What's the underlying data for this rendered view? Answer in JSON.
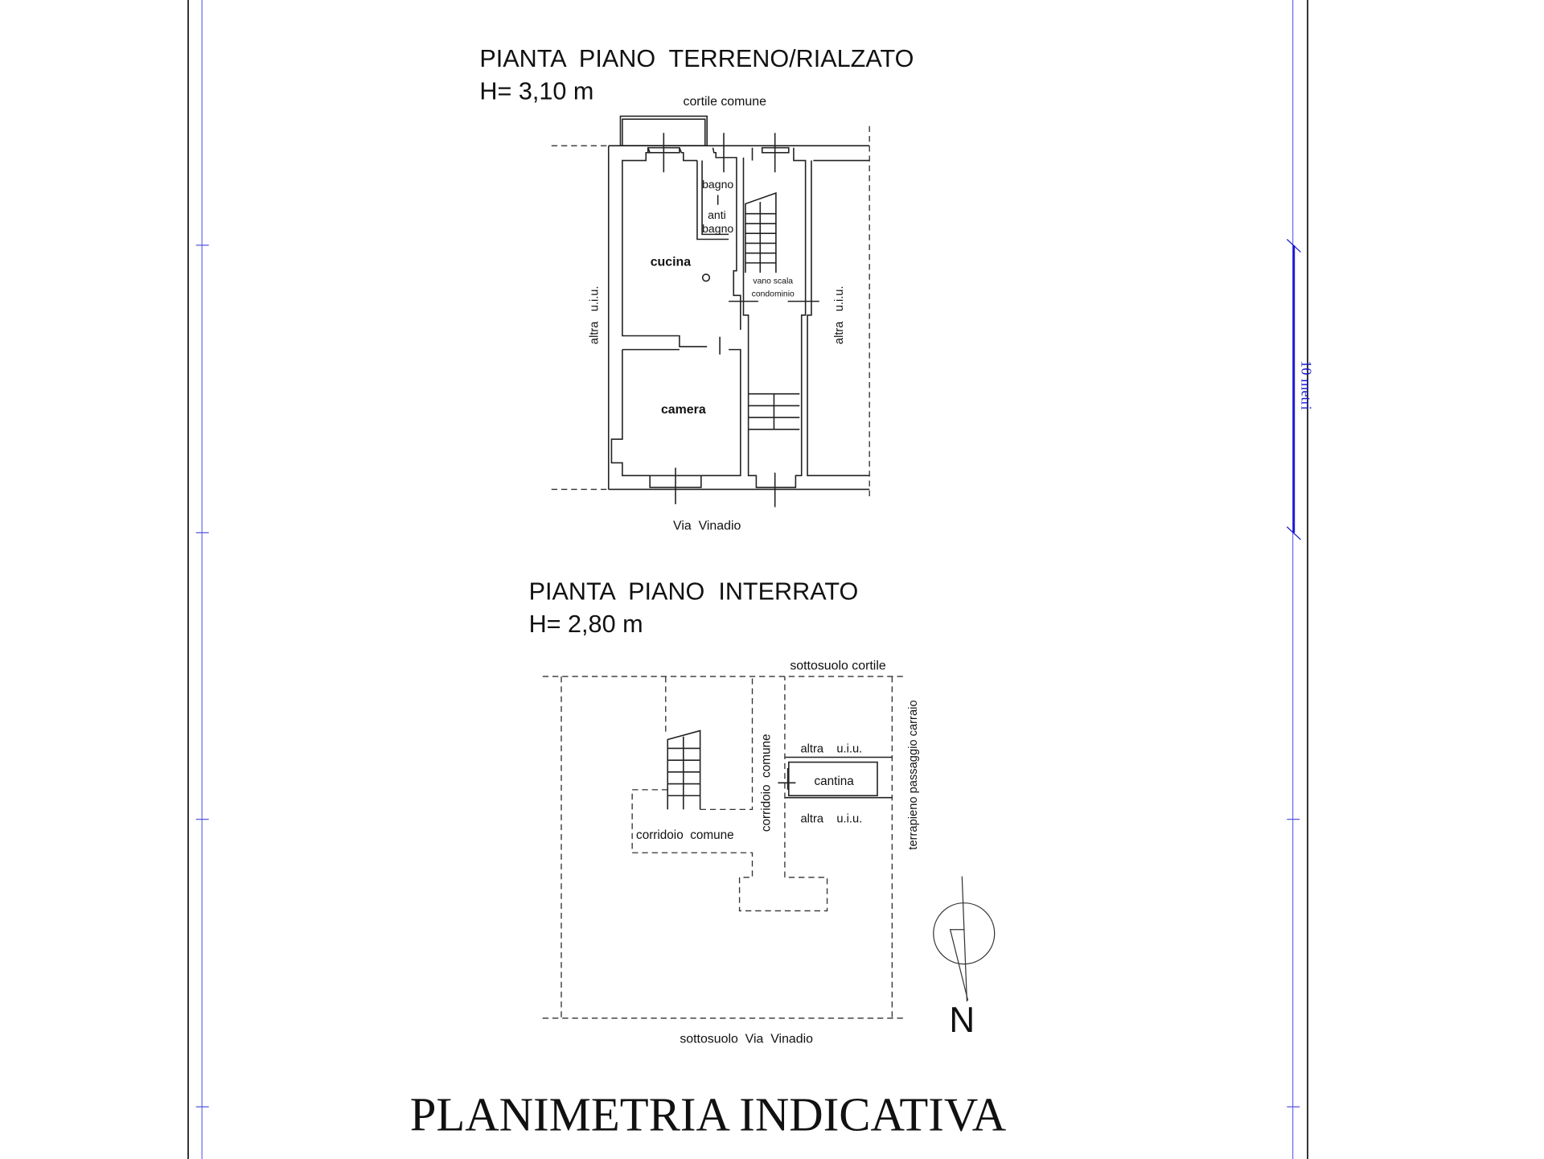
{
  "upper_plan": {
    "title": "PIANTA  PIANO  TERRENO/RIALZATO",
    "height": "H= 3,10 m",
    "labels": {
      "courtyard": "cortile comune",
      "bathroom": "bagno",
      "antibath_1": "anti",
      "antibath_2": "bagno",
      "kitchen": "cucina",
      "bedroom": "camera",
      "stair_1": "vano scala",
      "stair_2": "condominio",
      "other_unit_left": "altra   u.i.u.",
      "other_unit_right": "altra   u.i.u.",
      "street": "Via  Vinadio"
    }
  },
  "lower_plan": {
    "title": "PIANTA  PIANO  INTERRATO",
    "height": "H= 2,80 m",
    "labels": {
      "courtyard_under": "sottosuolo cortile",
      "other_unit_top": "altra    u.i.u.",
      "cellar": "cantina",
      "other_unit_bottom": "altra    u.i.u.",
      "corridor_vertical": "corridoio  comune",
      "corridor_horizontal": "corridoio  comune",
      "embankment": "terrapieno passaggio carraio",
      "street_under": "sottosuolo  Via  Vinadio"
    }
  },
  "north_label": "N",
  "scale_bar": {
    "label": "10 metri",
    "meters": 10,
    "color": "#1a1acc"
  },
  "main_title": "PLANIMETRIA INDICATIVA"
}
